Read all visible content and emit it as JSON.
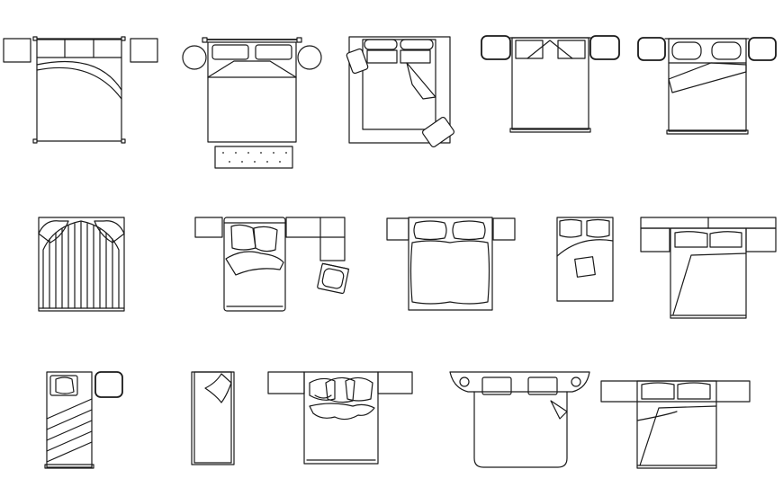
{
  "drawing": {
    "ink_color": "#1a1a1a",
    "background_color": "#ffffff",
    "contents": "bed-plan-symbols",
    "blocks": [
      {
        "name": "double-bed-with-side-tables",
        "items": [
          "bed",
          "bedside-table",
          "bedside-table",
          "folded-sheet"
        ]
      },
      {
        "name": "double-bed-with-round-lamps",
        "items": [
          "bed",
          "pillow",
          "pillow",
          "round-lamp",
          "round-lamp",
          "bench"
        ]
      },
      {
        "name": "double-bed-in-frame",
        "items": [
          "bed",
          "pillow",
          "pillow",
          "cushion",
          "folded-corner"
        ]
      },
      {
        "name": "double-bed-with-rounded-tables",
        "items": [
          "bed",
          "pillow",
          "pillow",
          "bedside-table",
          "bedside-table"
        ]
      },
      {
        "name": "double-bed-with-rounded-tables-2",
        "items": [
          "bed",
          "pillow",
          "pillow",
          "folded-sheet"
        ]
      },
      {
        "name": "bed-with-striped-cover",
        "items": [
          "bed",
          "striped-cover"
        ]
      },
      {
        "name": "bed-with-l-shelf-and-chair",
        "items": [
          "bed",
          "shelf",
          "chair",
          "pillow"
        ]
      },
      {
        "name": "bed-with-ruffled-cover",
        "items": [
          "bed",
          "pillow",
          "pillow",
          "bedside-table",
          "bedside-table"
        ]
      },
      {
        "name": "small-bed-with-cushion",
        "items": [
          "bed",
          "pillow",
          "pillow",
          "cushion"
        ]
      },
      {
        "name": "double-bed-with-long-headboard",
        "items": [
          "bed",
          "pillow",
          "pillow",
          "headboard"
        ]
      },
      {
        "name": "single-bed-with-hatched-cover",
        "items": [
          "bed",
          "pillow",
          "bedside-table"
        ]
      },
      {
        "name": "narrow-single-bed",
        "items": [
          "bed",
          "folded-corner"
        ]
      },
      {
        "name": "double-bed-with-pile-of-pillows",
        "items": [
          "bed",
          "pillow",
          "bedside-table",
          "bedside-table"
        ]
      },
      {
        "name": "double-bed-with-shaped-headboard",
        "items": [
          "bed",
          "pillow",
          "pillow",
          "round-lamp",
          "round-lamp"
        ]
      },
      {
        "name": "double-bed-with-bedside-tables",
        "items": [
          "bed",
          "pillow",
          "pillow",
          "bedside-table",
          "bedside-table"
        ]
      }
    ]
  }
}
